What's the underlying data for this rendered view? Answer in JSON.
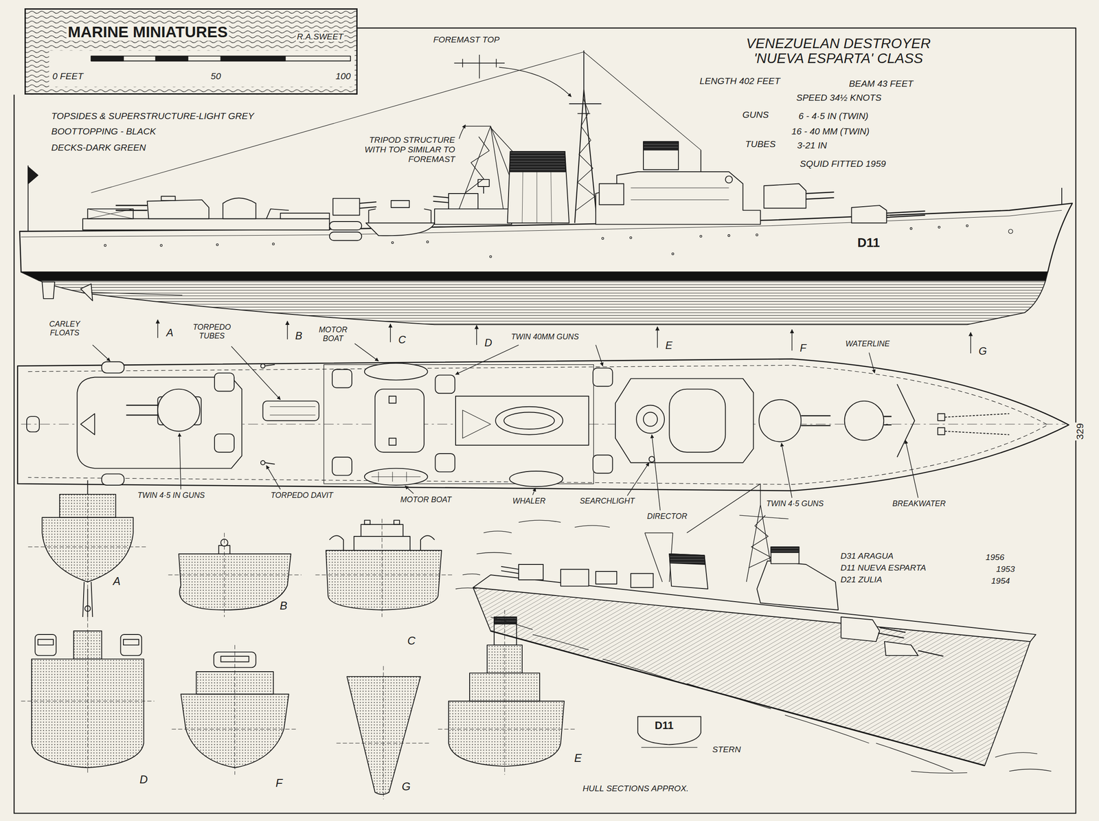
{
  "diagram": {
    "title": "VENEZUELAN DESTROYER 'NUEVA ESPARTA' CLASS",
    "nodes": [
      {
        "text": [
          "MARINE MINIATURES",
          "R.A.SWEET",
          "0 FEET",
          "50",
          "100"
        ]
      }
    ],
    "labels": [
      "FOREMAST TOP",
      "LENGTH 402 FEET",
      "BEAM 43 FEET",
      "SPEED 34½ KNOTS",
      "GUNS",
      "6 - 4·5 IN (TWIN)",
      "16 - 40 MM (TWIN)",
      "TUBES",
      "3-21 IN",
      "SQUID FITTED 1959",
      "TOPSIDES & SUPERSTRUCTURE-LIGHT GREY",
      "BOOTTOPPING - BLACK",
      "DECKS-DARK GREEN",
      "TRIPOD STRUCTURE WITH TOP SIMILAR TO FOREMAST",
      "D11",
      "A",
      "B",
      "C",
      "D",
      "E",
      "F",
      "G",
      "CARLEY FLOATS",
      "TORPEDO TUBES",
      "MOTOR BOAT",
      "TWIN 40MM GUNS",
      "WATERLINE",
      "TWIN 4·5 IN GUNS",
      "TORPEDO DAVIT",
      "MOTOR BOAT",
      "WHALER",
      "SEARCHLIGHT",
      "DIRECTOR",
      "TWIN 4·5 GUNS",
      "BREAKWATER",
      "A",
      "B",
      "C",
      "D",
      "F",
      "G",
      "E",
      "D31 ARAGUA",
      "1956",
      "D11 NUEVA ESPARTA",
      "1953",
      "D21 ZULIA",
      "1954",
      "D11",
      "STERN",
      "HULL SECTIONS APPROX.",
      "329"
    ]
  }
}
